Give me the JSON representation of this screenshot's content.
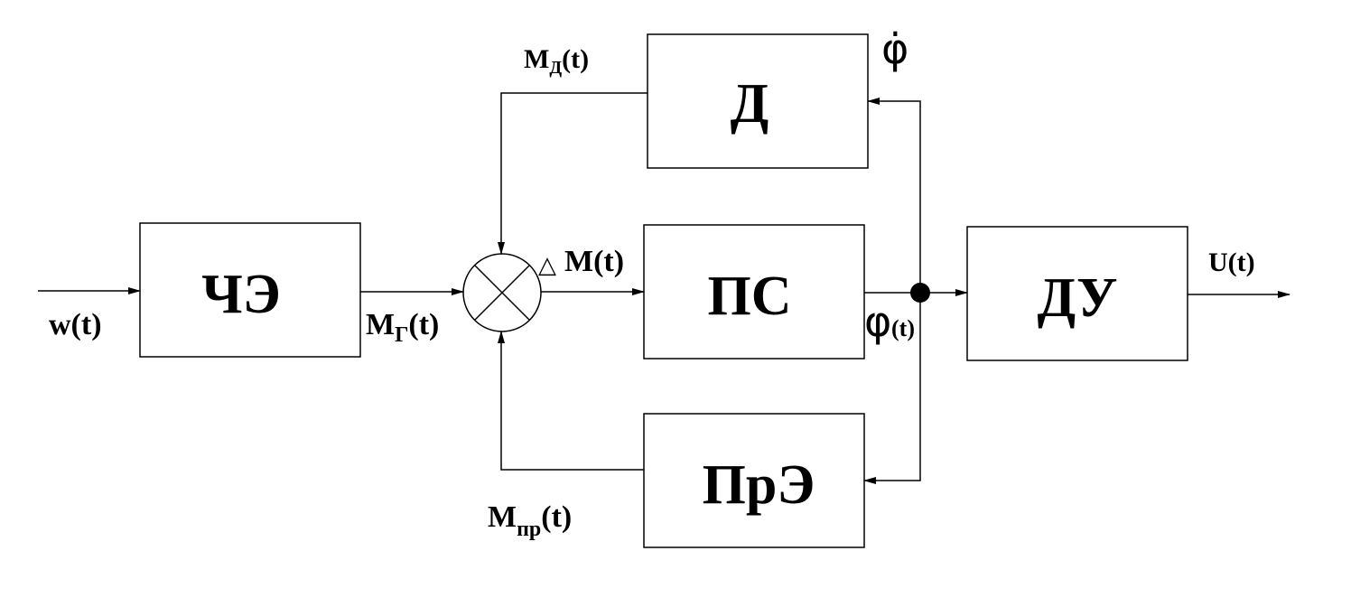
{
  "blocks": {
    "che": "ЧЭ",
    "d": "Д",
    "ps": "ПС",
    "pre": "ПрЭ",
    "du": "ДУ"
  },
  "signals": {
    "input": "w(t)",
    "m_g": {
      "main": "M",
      "sub": "Г",
      "arg": "(t)"
    },
    "m_d": {
      "main": "M",
      "sub": "Д",
      "arg": "(t)"
    },
    "m_pr": {
      "main": "M",
      "sub": "пр",
      "arg": "(t)"
    },
    "delta_m": {
      "delta": "△",
      "main": "M(t)"
    },
    "phi": {
      "symbol": "φ",
      "arg": "(t)"
    },
    "phi_dot": {
      "symbol": "φ̇"
    },
    "output": "U(t)"
  },
  "colors": {
    "line": "#000000",
    "background": "#ffffff"
  }
}
